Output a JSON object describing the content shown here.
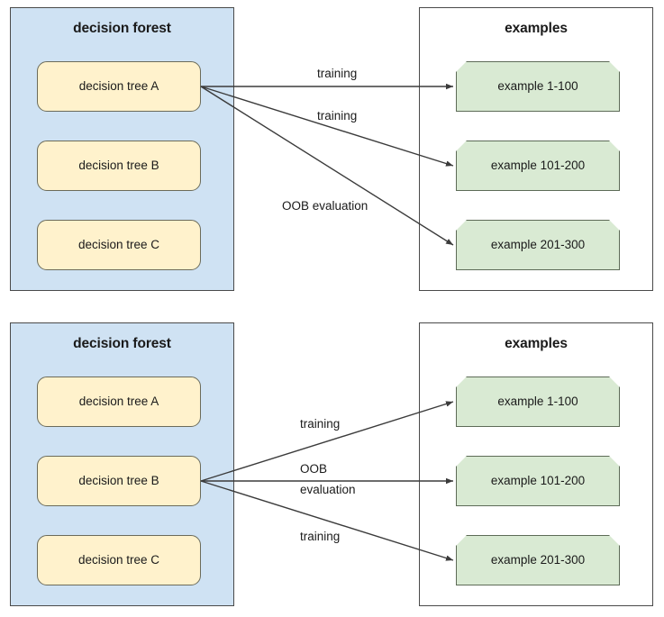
{
  "diagrams": [
    {
      "id": "top",
      "forest": {
        "title": "decision forest",
        "trees": [
          {
            "label": "decision tree A"
          },
          {
            "label": "decision tree B"
          },
          {
            "label": "decision tree C"
          }
        ]
      },
      "examples": {
        "title": "examples",
        "items": [
          {
            "label": "example 1-100"
          },
          {
            "label": "example 101-200"
          },
          {
            "label": "example 201-300"
          }
        ]
      },
      "edges": [
        {
          "label": "training",
          "from": "decision tree A",
          "to": "example 1-100"
        },
        {
          "label": "training",
          "from": "decision tree A",
          "to": "example 101-200"
        },
        {
          "label": "OOB evaluation",
          "from": "decision tree A",
          "to": "example 201-300"
        }
      ]
    },
    {
      "id": "bottom",
      "forest": {
        "title": "decision forest",
        "trees": [
          {
            "label": "decision tree A"
          },
          {
            "label": "decision tree B"
          },
          {
            "label": "decision tree C"
          }
        ]
      },
      "examples": {
        "title": "examples",
        "items": [
          {
            "label": "example 1-100"
          },
          {
            "label": "example 101-200"
          },
          {
            "label": "example 201-300"
          }
        ]
      },
      "edges": [
        {
          "label": "training",
          "from": "decision tree B",
          "to": "example 1-100"
        },
        {
          "label_line1": "OOB",
          "label_line2": "evaluation",
          "from": "decision tree B",
          "to": "example 101-200"
        },
        {
          "label": "training",
          "from": "decision tree B",
          "to": "example 201-300"
        }
      ]
    }
  ],
  "colors": {
    "forest_panel_fill": "#cfe2f3",
    "tree_fill": "#fff2cc",
    "example_fill": "#d9ead3",
    "panel_stroke": "#4a4a4a",
    "edge_stroke": "#3b3b3b"
  }
}
